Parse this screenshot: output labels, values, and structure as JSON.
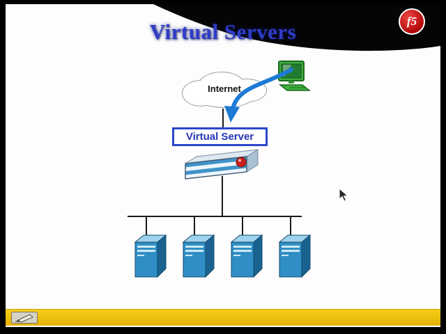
{
  "slide": {
    "title": "Virtual Servers",
    "brand": "f5"
  },
  "diagram": {
    "cloud_label": "Internet",
    "virtual_server_label": "Virtual Server",
    "pool_server_count": 4
  },
  "colors": {
    "title_blue": "#2f3cc8",
    "virtual_server_blue": "#2336b8",
    "arrow_blue": "#1e7ad4",
    "server_front_blue": "#2f8fc4",
    "client_green": "#3fae3f",
    "bottom_bar_yellow": "#eebe04",
    "f5_red": "#c9201d"
  }
}
